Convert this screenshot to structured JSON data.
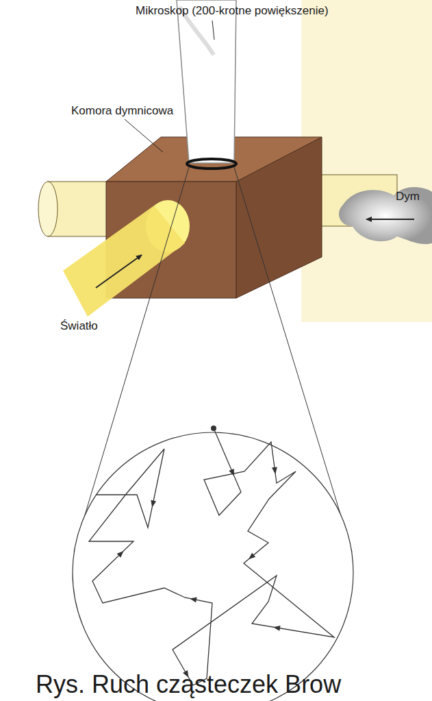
{
  "diagram": {
    "caption": "Rys. Ruch cząsteczek Brow",
    "labels": [
      "Mikroskop (200-krotne powiększenie)",
      "Komora dymnicowa",
      "Dym",
      "Światło"
    ]
  }
}
